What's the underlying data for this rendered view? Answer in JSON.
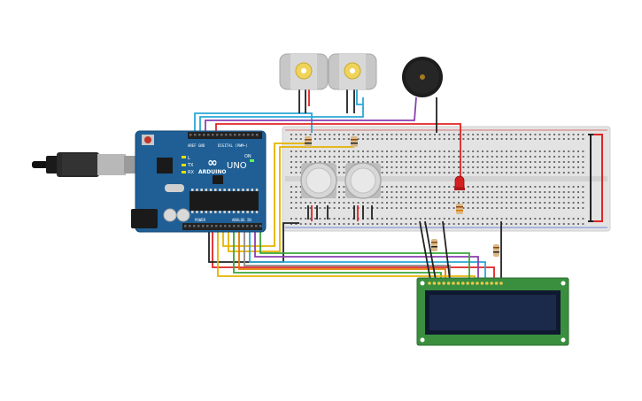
{
  "board": {
    "logo": "∞",
    "brand": "ARDUINO",
    "model": "UNO",
    "digital_header": "DIGITAL (PWM~)",
    "power_header": "POWER",
    "analog_header": "ANALOG IN",
    "aref": "AREF",
    "gnd": "GND",
    "tx": "TX",
    "rx": "RX",
    "l": "L",
    "on": "ON"
  },
  "colors": {
    "board": "#1f5f95",
    "breadboard": "#e3e3e3",
    "lcd_pcb": "#3a8f3f",
    "lcd_screen": "#1b2a4a",
    "wire_red": "#e02424",
    "wire_black": "#222222",
    "wire_blue": "#2aa7d6",
    "wire_purple": "#8a3fb0",
    "wire_green": "#3aa63a",
    "wire_yellow": "#e5b300",
    "wire_orange": "#e07b00",
    "wire_grey": "#8a8a8a",
    "motor": "#c7c7c7",
    "motor_hub": "#f0d35a",
    "sensor": "#d7d7d7",
    "buzzer": "#1d1d1d",
    "led": "#d62020"
  },
  "components": {
    "motors": 2,
    "gas_sensors": 2,
    "buzzer": 1,
    "led": 1,
    "lcd_pins": 16
  },
  "icons": [
    "usb-cable-icon",
    "reset-button-icon",
    "power-jack-icon"
  ]
}
